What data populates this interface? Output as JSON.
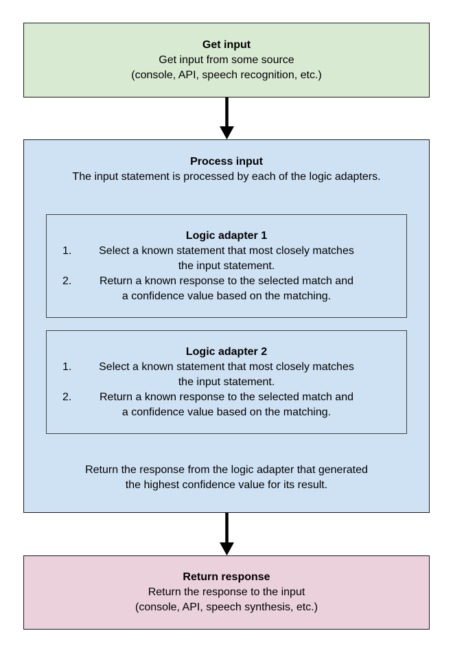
{
  "colors": {
    "get_input_fill": "#d9ead3",
    "process_input_fill": "#cfe2f3",
    "return_response_fill": "#ead1dc",
    "outer_box_border": "#1a1a1a",
    "adapter_box_border": "#3f3f3f",
    "arrow": "#000000",
    "text": "#000000",
    "background": "#ffffff"
  },
  "diagram": {
    "nodes": {
      "get_input": {
        "title": "Get input",
        "lines": [
          "Get input from some source",
          "(console, API, speech recognition, etc.)"
        ]
      },
      "process_input": {
        "title": "Process input",
        "subtitle": "The input statement is processed by each of the logic adapters.",
        "adapters": [
          {
            "title": "Logic adapter 1",
            "steps": [
              {
                "num": "1.",
                "text": "Select a known statement that most closely matches the input statement."
              },
              {
                "num": "2.",
                "text": "Return a known response to the selected match and a confidence value based on the matching."
              }
            ]
          },
          {
            "title": "Logic adapter 2",
            "steps": [
              {
                "num": "1.",
                "text": "Select a known statement that most closely matches the input statement."
              },
              {
                "num": "2.",
                "text": "Return a known response to the selected match and a confidence value based on the matching."
              }
            ]
          }
        ],
        "footer": "Return the response from the logic adapter that generated the highest confidence value for its result."
      },
      "return_response": {
        "title": "Return response",
        "lines": [
          "Return the response to the input",
          "(console, API, speech synthesis, etc.)"
        ]
      }
    },
    "flow": [
      {
        "from": "Get input",
        "to": "Process input"
      },
      {
        "from": "Process input",
        "to": "Return response"
      }
    ]
  }
}
